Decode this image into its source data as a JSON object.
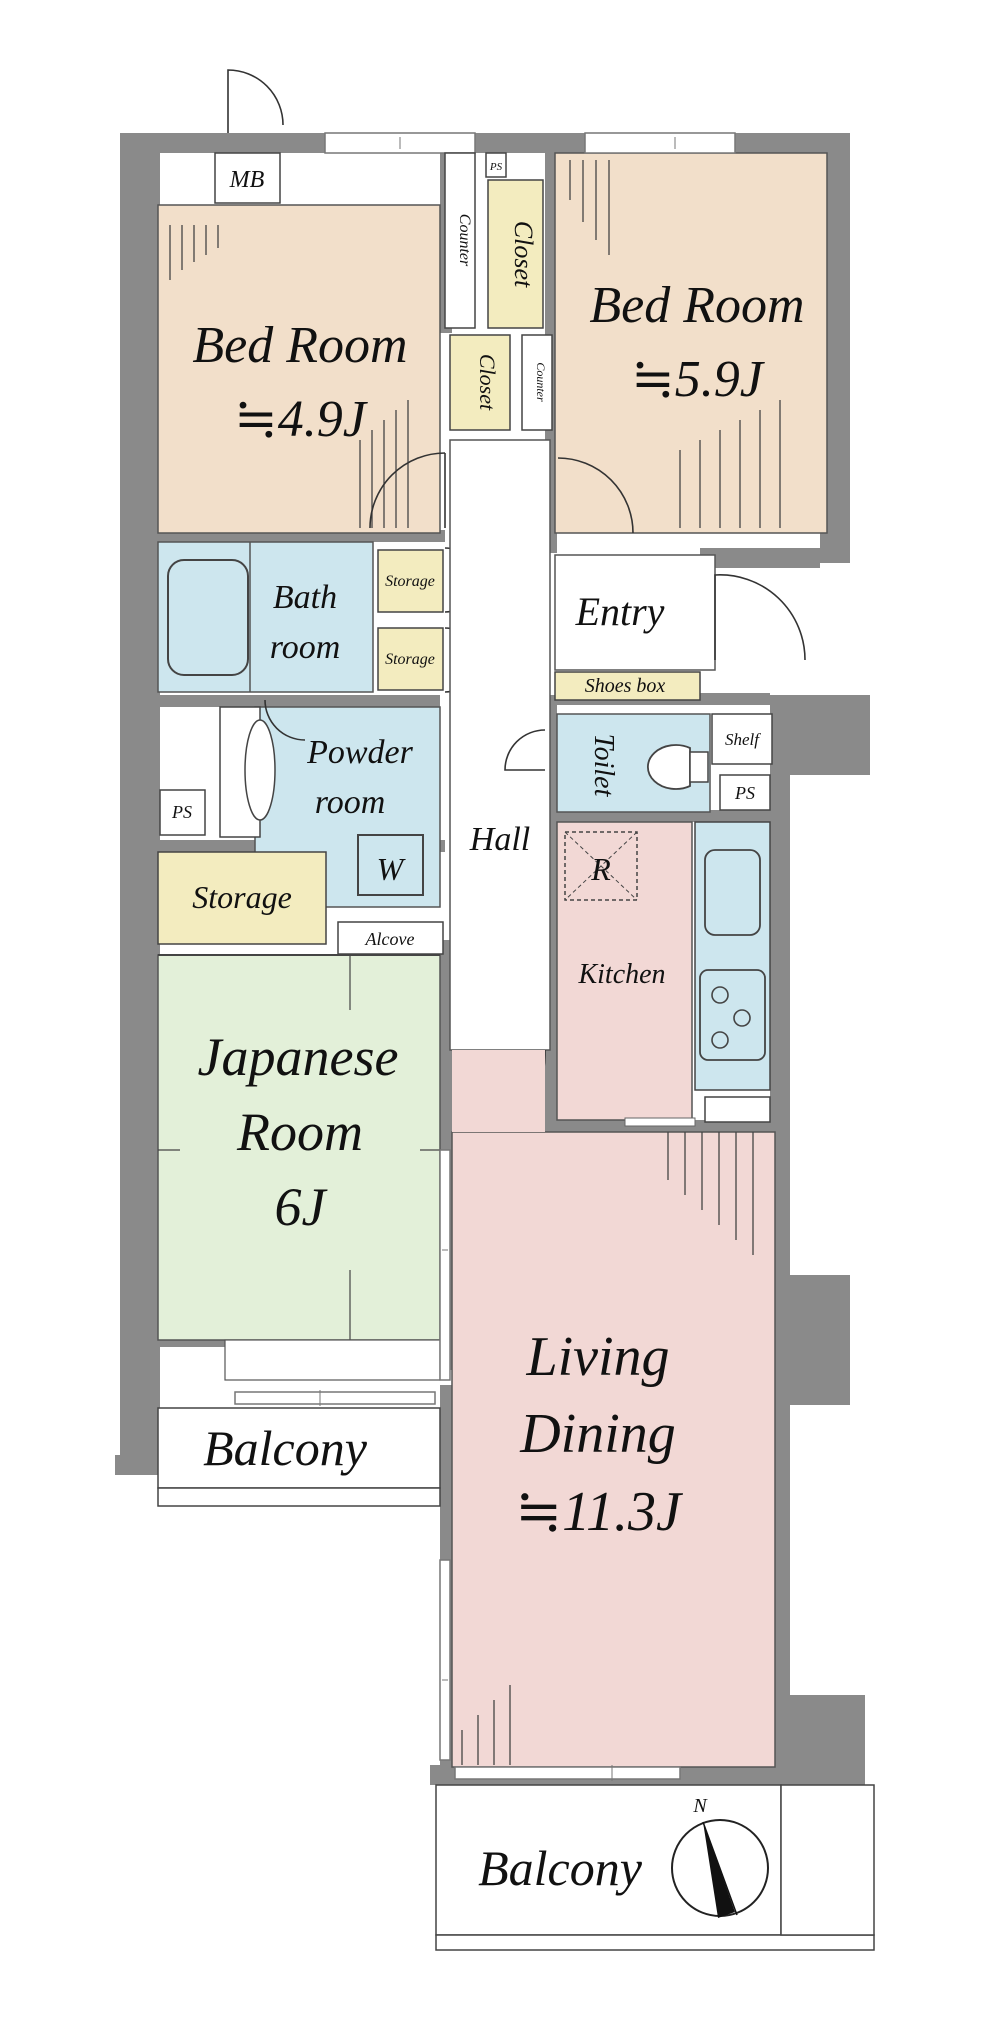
{
  "rooms": {
    "bed1": {
      "name": "Bed Room",
      "size": "≒4.9J"
    },
    "bed2": {
      "name": "Bed Room",
      "size": "≒5.9J"
    },
    "bath": {
      "line1": "Bath",
      "line2": "room"
    },
    "powder": {
      "line1": "Powder",
      "line2": "room"
    },
    "entry": "Entry",
    "hall": "Hall",
    "toilet": "Toilet",
    "kitchen": "Kitchen",
    "japanese": {
      "line1": "Japanese",
      "line2": "Room",
      "line3": "6J"
    },
    "living": {
      "line1": "Living",
      "line2": "Dining",
      "line3": "≒11.3J"
    },
    "balcony_west": "Balcony",
    "balcony_south": "Balcony"
  },
  "fixtures": {
    "mb": "MB",
    "ps_top": "PS",
    "ps_left": "PS",
    "ps_toilet": "PS",
    "counter_left": "Counter",
    "counter_right": "Counter",
    "closet_upper": "Closet",
    "closet_lower": "Closet",
    "storage_bath1": "Storage",
    "storage_bath2": "Storage",
    "storage_main": "Storage",
    "alcove": "Alcove",
    "shoes_box": "Shoes box",
    "shelf": "Shelf",
    "washer": "W",
    "fridge": "R"
  },
  "compass": {
    "label": "N"
  },
  "colors": {
    "wall": "#8a8a8a",
    "bedroom": "#f2dfca",
    "wet_area": "#cde6ee",
    "storage": "#f3ecbf",
    "japanese_room": "#e3f0d9",
    "living": "#f2d8d5",
    "kitchen": "#f2d8d5",
    "hall": "#ffffff"
  }
}
